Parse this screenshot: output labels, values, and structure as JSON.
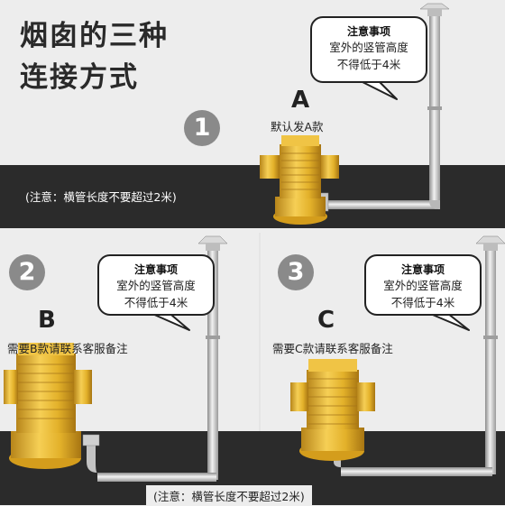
{
  "title": {
    "line1": "烟囱的三种",
    "line2": "连接方式"
  },
  "options": [
    {
      "number": "1",
      "letter": "A",
      "description": "默认发A款",
      "note": "(注意：横管长度不要超过2米)"
    },
    {
      "number": "2",
      "letter": "B",
      "description": "需要B款请联系客服备注",
      "note": "(注意：横管长度不要超过2米)"
    },
    {
      "number": "3",
      "letter": "C",
      "description": "需要C款请联系客服备注"
    }
  ],
  "bubble": {
    "title": "注意事项",
    "line1": "室外的竖管高度",
    "line2": "不得低于4米"
  },
  "colors": {
    "band": "#2b2b2b",
    "background": "#ededed",
    "circle": "#8a8a8a",
    "gold": "#e3b12a"
  }
}
